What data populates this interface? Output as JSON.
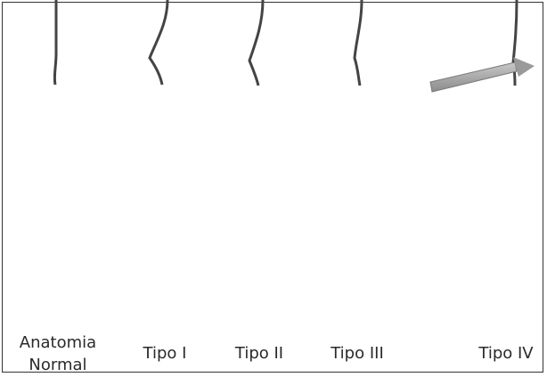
{
  "panels": [
    {
      "label_line1": "Anatomia",
      "label_line2": "Normal"
    },
    {
      "label_line1": "Tipo I"
    },
    {
      "label_line1": "Tipo II"
    },
    {
      "label_line1": "Tipo III"
    },
    {
      "label_line1": "Tipo IV"
    }
  ],
  "colors": {
    "skin": "#d6d6d6",
    "skin_shade": "#bdbdbd",
    "muscle_dark": "#3a3a3a",
    "muscle_light": "#f2f2f2",
    "artery": "#555555",
    "arrow": "#9a9a9a",
    "frame": "#333333"
  },
  "icons": [
    "leg-illustration-icon",
    "popliteal-artery-icon",
    "arrow-icon"
  ]
}
